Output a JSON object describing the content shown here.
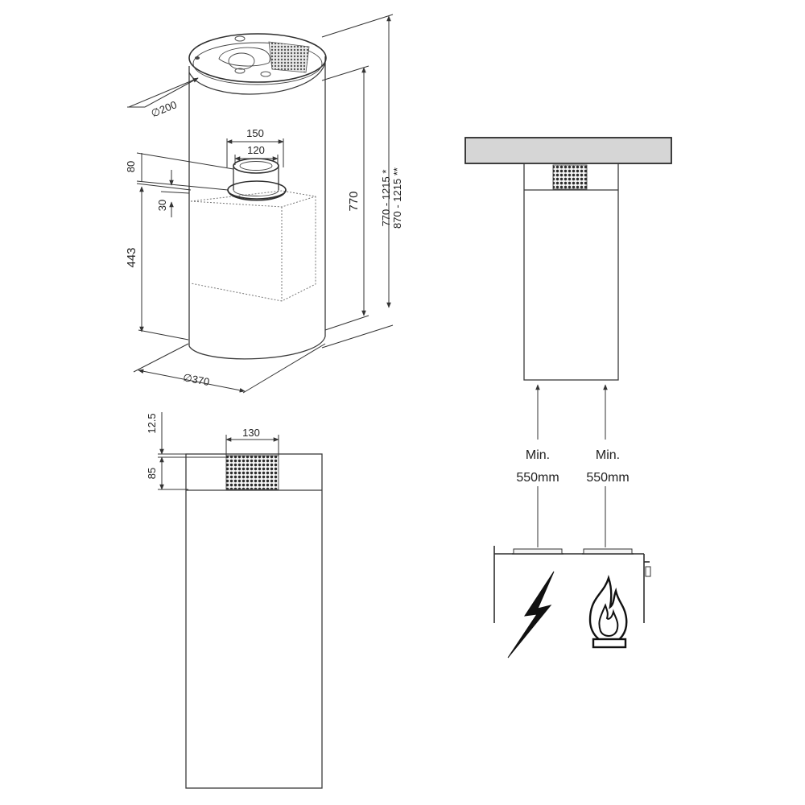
{
  "top_view": {
    "dim_duct_diameter": "∅200",
    "dim_outlet_outer": "150",
    "dim_outlet_inner": "120",
    "dim_offset_80": "80",
    "dim_offset_30": "30",
    "dim_height_443": "443",
    "dim_height_770": "770",
    "dim_range_1": "770 - 1215 *",
    "dim_range_2": "870 - 1215 **",
    "dim_base_diameter": "∅370"
  },
  "front_view": {
    "dim_grille_width": "130",
    "dim_top_gap": "12.5",
    "dim_grille_height": "85"
  },
  "install_view": {
    "label_left_line1": "Min.",
    "label_left_line2": "550mm",
    "label_right_line1": "Min.",
    "label_right_line2": "550mm",
    "icons": [
      "electric-lightning-icon",
      "gas-flame-icon"
    ]
  }
}
